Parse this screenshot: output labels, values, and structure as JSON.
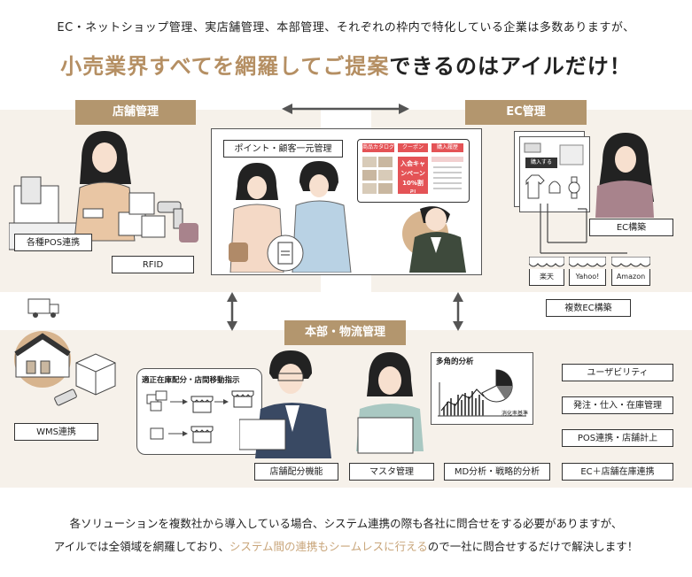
{
  "intro": "EC・ネットショップ管理、実店舗管理、本部管理、それぞれの枠内で特化している企業は多数ありますが、",
  "headline": {
    "highlight": "小売業界すべてを網羅してご提案",
    "rest": "できるのはアイルだけ！"
  },
  "store": {
    "title": "店舗管理",
    "pos_label": "各種POS連携",
    "rfid_label": "RFID"
  },
  "center": {
    "points_label": "ポイント・顧客一元管理",
    "app_tabs": [
      "商品カタログ",
      "クーポン",
      "購入履歴"
    ],
    "coupon_text": "入会キャンペーン10%割引"
  },
  "ec": {
    "title": "EC管理",
    "buy_button": "購入する",
    "build_label": "EC構築",
    "malls": [
      "楽天",
      "Yahoo!",
      "Amazon"
    ],
    "multi_label": "複数EC構築"
  },
  "hq": {
    "title": "本部・物流管理",
    "wms_label": "WMS連携",
    "allocation_title": "適正在庫配分・店間移動指示",
    "allocation_label": "店舗配分機能",
    "master_label": "マスタ管理",
    "chart_title": "多角的分析",
    "chart_note": "消化率基準",
    "analysis_label": "MD分析・戦略的分析",
    "features": [
      "ユーザビリティ",
      "発注・仕入・在庫管理",
      "POS連携・店舗計上",
      "EC＋店舗在庫連携"
    ]
  },
  "footer": {
    "line1": "各ソリューションを複数社から導入している場合、システム連携の際も各社に問合せをする必要がありますが、",
    "line2_prefix": "アイルでは全領域を網羅しており、",
    "line2_highlight": "システム間の連携もシームレスに行える",
    "line2_suffix": "ので一社に問合せするだけで解決します！"
  },
  "colors": {
    "accent": "#b3966e",
    "highlight": "#b58f63",
    "panel": "#f6f1ea"
  }
}
